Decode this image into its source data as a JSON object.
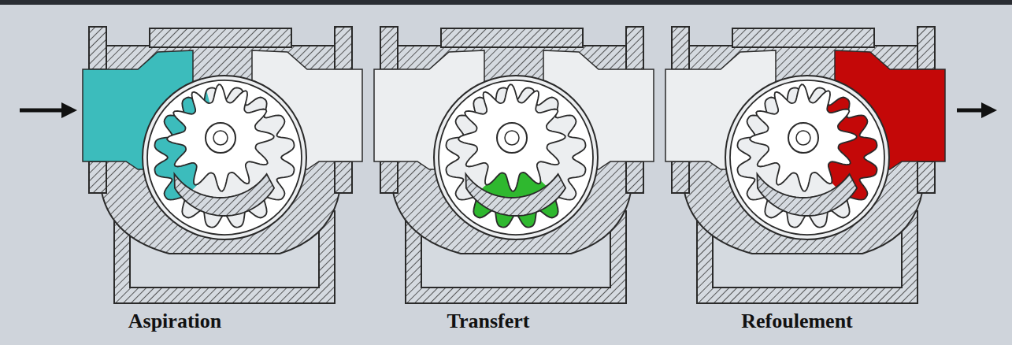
{
  "diagram": {
    "labels": [
      "Aspiration",
      "Transfert",
      "Refoulement"
    ]
  }
}
